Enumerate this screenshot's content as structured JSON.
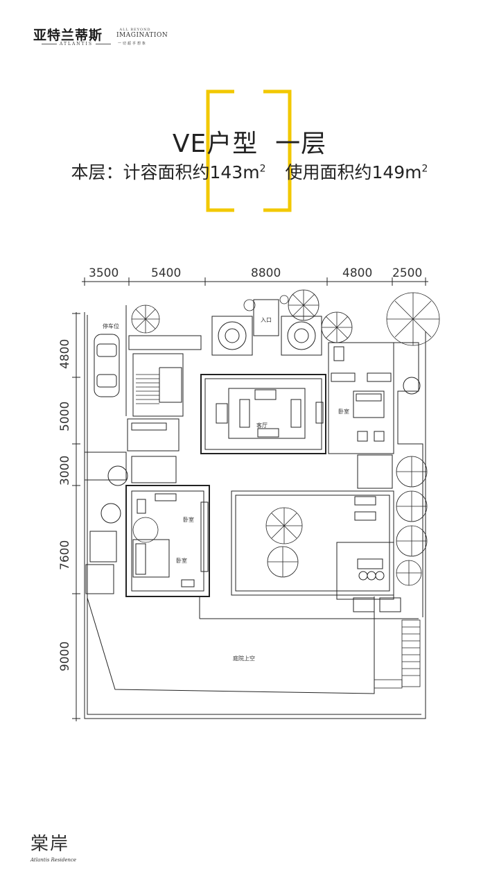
{
  "brand": {
    "name_cn": "亚特兰蒂斯",
    "name_en": "ATLANTIS",
    "slogan_small": "ALL BEYOND",
    "slogan_main": "IMAGINATION",
    "slogan_cn": "一切超乎想象"
  },
  "title": "VE户型  一层",
  "subtitle": {
    "floor_area_label": "本层：计容面积约143m",
    "use_area_label": "使用面积约149m",
    "unit_sup": "2"
  },
  "plan": {
    "horizontal_dimensions": [
      "3500",
      "5400",
      "8800",
      "4800",
      "2500"
    ],
    "vertical_dimensions": [
      "4800",
      "5000",
      "3000",
      "7600",
      "9000"
    ],
    "room_labels": {
      "parking": "停车位",
      "entrance": "入口",
      "living_room": "客厅",
      "bedroom_right": "卧室",
      "bedroom_left_top": "卧室",
      "bedroom_left": "卧室",
      "courtyard": "庭院上空"
    }
  },
  "footer": {
    "name_cn": "棠岸",
    "name_en": "Atlantis Residence"
  },
  "colors": {
    "accent_frame": "#f2c800",
    "line": "#222222"
  }
}
